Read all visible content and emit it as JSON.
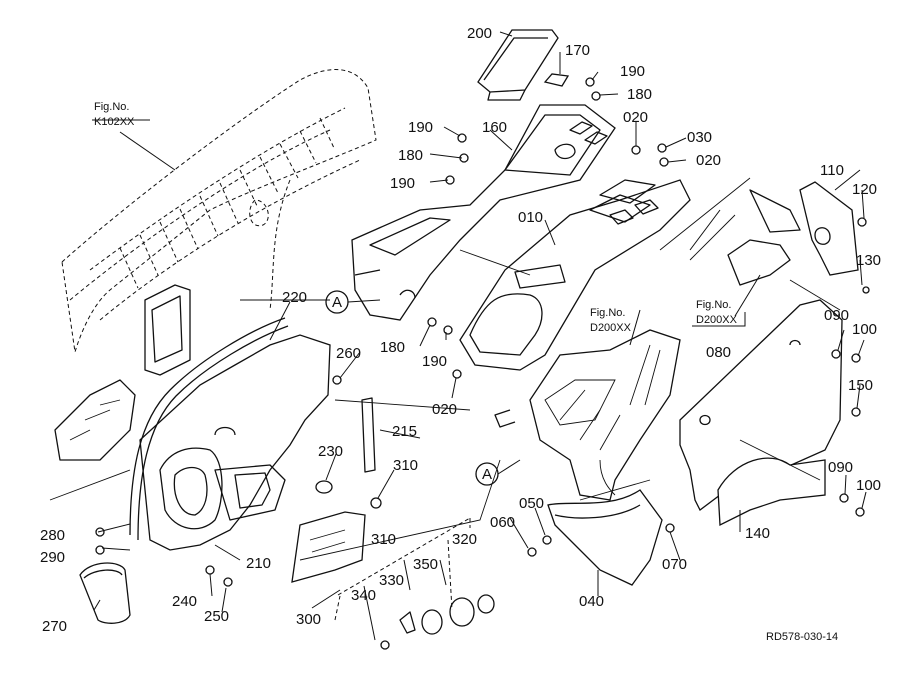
{
  "drawing_code": "RD578-030-14",
  "figure_refs": [
    {
      "caption": "Fig.No.",
      "code": "K102XX"
    },
    {
      "caption": "Fig.No.",
      "code": "D200XX"
    },
    {
      "caption": "Fig.No.",
      "code": "D200XX"
    }
  ],
  "markers": [
    "A",
    "A"
  ],
  "parts": [
    {
      "id": "200"
    },
    {
      "id": "170"
    },
    {
      "id": "190"
    },
    {
      "id": "180"
    },
    {
      "id": "190"
    },
    {
      "id": "160"
    },
    {
      "id": "020"
    },
    {
      "id": "030"
    },
    {
      "id": "180"
    },
    {
      "id": "020"
    },
    {
      "id": "190"
    },
    {
      "id": "110"
    },
    {
      "id": "120"
    },
    {
      "id": "010"
    },
    {
      "id": "130"
    },
    {
      "id": "220"
    },
    {
      "id": "260"
    },
    {
      "id": "180"
    },
    {
      "id": "190"
    },
    {
      "id": "090"
    },
    {
      "id": "100"
    },
    {
      "id": "080"
    },
    {
      "id": "150"
    },
    {
      "id": "020"
    },
    {
      "id": "215"
    },
    {
      "id": "230"
    },
    {
      "id": "310"
    },
    {
      "id": "090"
    },
    {
      "id": "100"
    },
    {
      "id": "050"
    },
    {
      "id": "060"
    },
    {
      "id": "140"
    },
    {
      "id": "280"
    },
    {
      "id": "310"
    },
    {
      "id": "320"
    },
    {
      "id": "290"
    },
    {
      "id": "210"
    },
    {
      "id": "350"
    },
    {
      "id": "330"
    },
    {
      "id": "070"
    },
    {
      "id": "240"
    },
    {
      "id": "340"
    },
    {
      "id": "040"
    },
    {
      "id": "270"
    },
    {
      "id": "250"
    },
    {
      "id": "300"
    }
  ]
}
